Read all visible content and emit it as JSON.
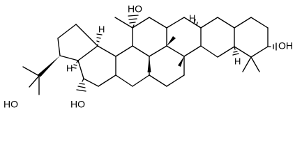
{
  "diagram": {
    "labels": {
      "oh_top": "HO",
      "oh_right": "OH",
      "oh_left": "HO",
      "oh_bottom": "HO",
      "h": "H"
    }
  }
}
